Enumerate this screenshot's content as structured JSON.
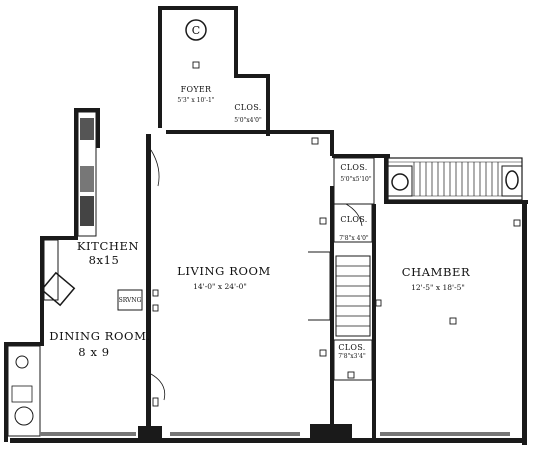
{
  "rooms": {
    "foyer": {
      "name": "FOYER",
      "dims": "5'3\" x 10'-1\""
    },
    "clos_foyer": {
      "name": "CLOS.",
      "dims": "5'0\"x4'0\""
    },
    "clos_living": {
      "name": "CLOS.",
      "dims": "5'0\"x5'10\""
    },
    "clos_mid": {
      "name": "CLOS.",
      "dims": "7'8\"x 4'0\""
    },
    "clos_low": {
      "name": "CLOS.",
      "dims": "7'8\"x3'4\""
    },
    "kitchen": {
      "name": "KITCHEN",
      "dims": "8x15"
    },
    "living": {
      "name": "LIVING ROOM",
      "dims": "14'-0\" x 24'-0\""
    },
    "chamber": {
      "name": "CHAMBER",
      "dims": "12'-5\" x 18'-5\""
    },
    "dining": {
      "name": "DINING ROOM.",
      "dims": "8 x 9"
    },
    "service": {
      "name": "SRVNG"
    }
  },
  "symbols": {
    "chimney": "C"
  },
  "colors": {
    "ink": "#1a1a1a",
    "paper": "#ffffff"
  }
}
